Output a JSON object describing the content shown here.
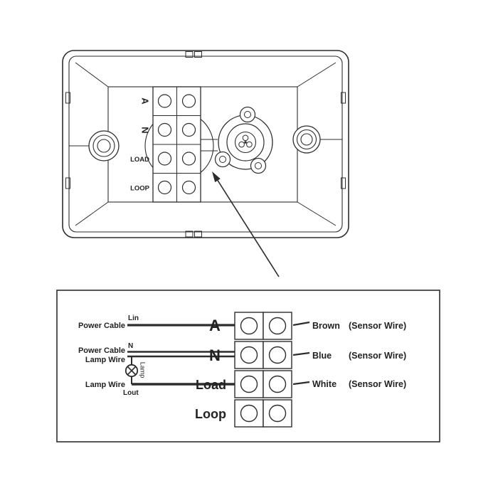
{
  "colors": {
    "ink": "#2d2d2d",
    "background": "#ffffff"
  },
  "top_view": {
    "terminal_labels": {
      "a": "A",
      "n": "N",
      "load": "LOAD",
      "loop": "LOOP"
    }
  },
  "wiring_diagram": {
    "rows": {
      "live": {
        "left_label": "Power Cable",
        "wire_label": "Lin",
        "terminal": "A",
        "right_color": "Brown",
        "right_rest": "(Sensor Wire)"
      },
      "neutral": {
        "left_label_1": "Power Cable",
        "left_label_2": "Lamp Wire",
        "wire_label": "N",
        "terminal": "N",
        "right_color": "Blue",
        "right_rest": "(Sensor Wire)"
      },
      "load": {
        "left_label": "Lamp Wire",
        "lamp_label": "Lamp",
        "wire_label": "Lout",
        "terminal": "Load",
        "right_color": "White",
        "right_rest": "(Sensor Wire)"
      },
      "loop": {
        "terminal": "Loop"
      }
    }
  }
}
